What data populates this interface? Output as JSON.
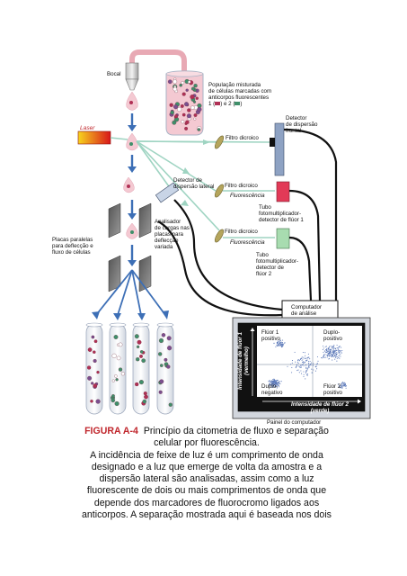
{
  "figure": {
    "labels": {
      "nozzle": "Bocal",
      "population": "População misturada\nde células marcadas com\nanticorpos fluorescentes\n1 (",
      "population_mid": ") e 2 (",
      "population_end": ")",
      "laser": "Laser",
      "forward_detector": "Detector\nde dispersão\nfrontal",
      "dichroic_1": "Filtro dicroico",
      "dichroic_2": "Filtro dicroico",
      "dichroic_3": "Filtro dicroico",
      "side_detector": "Detector de\ndispersão lateral",
      "fluorescence_1": "Fluorescência",
      "fluorescence_2": "Fluorescência",
      "pmt_1": "Tubo\nfotomultiplicador-\ndetector de flúor 1",
      "pmt_2": "Tubo\nfotomultiplicador-\ndetector de\nflúor 2",
      "charge_analyzer": "Analisador\nde cargas nas\nplacas para\ndeflecção\nvariada",
      "plates": "Placas paralelas\npara deflecção e\nfluxo de células",
      "computer": "Computador\nde análise",
      "panel": "Painel do computador"
    },
    "plot": {
      "y_axis": "Intensidade de flúor 1\n(vermelho)",
      "x_axis": "Intensidade de flúor 2\n(verde)",
      "q_top_left": "Flúor 1\npositivo",
      "q_top_right": "Duplo-\npositivo",
      "q_bottom_left": "Duplo-\nnegativo",
      "q_bottom_right": "Flúor 2\npositivo"
    }
  },
  "caption": {
    "number": "FIGURA A-4",
    "title_line1": "Princípio da citometria de fluxo e separação",
    "title_line2": "celular por fluorescência.",
    "lines": [
      "A incidência de feixe de luz é um comprimento de onda",
      "designado e a luz que emerge de volta da amostra e a",
      "dispersão lateral são analisadas, assim como a luz",
      "fluorescente de dois ou mais comprimentos de onda que",
      "depende dos marcadores de fluorocromo ligados aos",
      "anticorpos. A separação mostrada aqui é baseada nos dois"
    ]
  },
  "colors": {
    "tubing": "#e8a9b4",
    "laser_red": "#d8161b",
    "laser_yellow": "#f7d51c",
    "beam": "#9fd4c2",
    "droplet": "#f4c9d2",
    "flow_arrow": "#3d6fb6",
    "pmt_red": "#e23a57",
    "pmt_green": "#a8dcb0",
    "cable": "#111111",
    "caption_red": "#c0262c",
    "cell_red": "#b03055",
    "cell_green": "#3f8f6a"
  }
}
